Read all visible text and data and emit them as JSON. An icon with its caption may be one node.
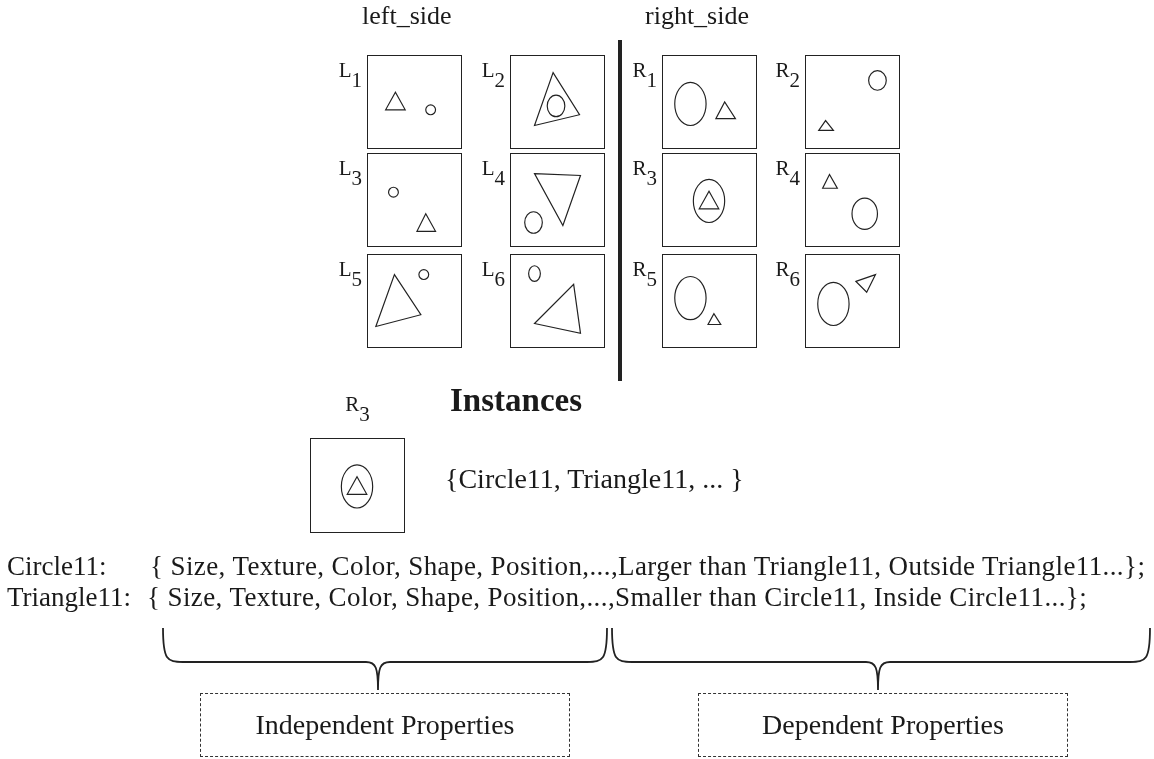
{
  "diagram": {
    "nodes": [
      {
        "text": [],
        "shape": "picture",
        "beside": [
          "L$_{1}$"
        ]
      },
      {
        "text": [],
        "shape": "picture",
        "beside": [
          "L$_{2}$"
        ]
      },
      {
        "text": [],
        "shape": "picture",
        "beside": [
          "R$_{1}$"
        ]
      },
      {
        "text": [],
        "shape": "picture",
        "beside": [
          "R$_{2}$"
        ]
      },
      {
        "text": [],
        "shape": "picture",
        "beside": [
          "L$_{3}$"
        ]
      },
      {
        "text": [],
        "shape": "picture",
        "beside": [
          "L$_{4}$"
        ]
      },
      {
        "text": [],
        "shape": "picture",
        "beside": [
          "R$_{3}$"
        ]
      },
      {
        "text": [],
        "shape": "picture",
        "beside": [
          "R$_{4}$"
        ]
      },
      {
        "text": [],
        "shape": "picture",
        "beside": [
          "L$_{5}$"
        ]
      },
      {
        "text": [],
        "shape": "picture",
        "beside": [
          "L$_{6}$"
        ]
      },
      {
        "text": [],
        "shape": "picture",
        "beside": [
          "R$_{5}$"
        ]
      },
      {
        "text": [],
        "shape": "picture",
        "beside": [
          "R$_{6}$"
        ]
      },
      {
        "text": [],
        "shape": "picture",
        "beside": [
          "R$_{3}$"
        ]
      },
      {
        "text": [
          "Independent Properties"
        ]
      },
      {
        "text": [
          "Dependent Properties"
        ]
      }
    ],
    "labels": [
      "left_side",
      "right_side",
      "Instances",
      "{Circle11, Triangle11, ... }",
      "Circle11:",
      "{ Size, Texture, Color, Shape, Position,...,Larger than Triangle11, Outside Triangle11...};",
      "Triangle11:",
      "{ Size, Texture, Color, Shape, Position,...,Smaller than Circle11, Inside Circle11...};"
    ]
  }
}
